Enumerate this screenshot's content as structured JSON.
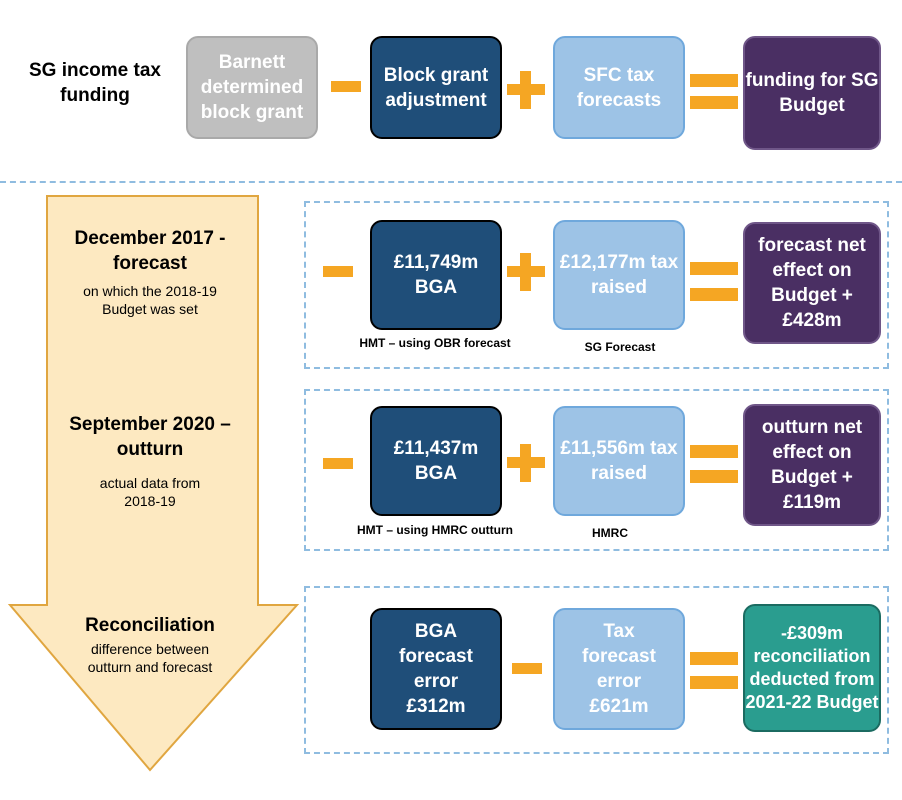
{
  "top": {
    "title": "SG income tax funding",
    "barnett": "Barnett determined block grant",
    "bga": "Block grant adjustment",
    "sfc": "SFC tax forecasts",
    "funding": "funding for SG Budget"
  },
  "december": {
    "heading": "December 2017 - forecast",
    "subtext": "on which the 2018-19 Budget was set",
    "bga_box": "£11,749m BGA",
    "tax_box": "£12,177m tax raised",
    "result_box": "forecast net effect on Budget +£428m",
    "caption_left": "HMT – using OBR forecast",
    "caption_right": "SG Forecast"
  },
  "september": {
    "heading": "September 2020 – outturn",
    "subtext": "actual data from 2018-19",
    "bga_box": "£11,437m BGA",
    "tax_box": "£11,556m tax raised",
    "result_box": "outturn net effect on Budget +£119m",
    "caption_left": "HMT – using HMRC  outturn",
    "caption_right": "HMRC"
  },
  "reconciliation": {
    "heading": "Reconciliation",
    "subtext": "difference between outturn and forecast",
    "bga_error": "BGA forecast error £312m",
    "tax_error": "Tax forecast error £621m",
    "result_box": "-£309m reconciliation deducted from 2021-22 Budget"
  },
  "colors": {
    "grey": "#bfbfbf",
    "dark_blue": "#1f4e79",
    "light_blue": "#9dc3e6",
    "purple": "#4a2f63",
    "teal": "#2a9d8f",
    "orange": "#f5a623",
    "arrow_fill": "#fde9c1",
    "arrow_border": "#e0a640"
  }
}
